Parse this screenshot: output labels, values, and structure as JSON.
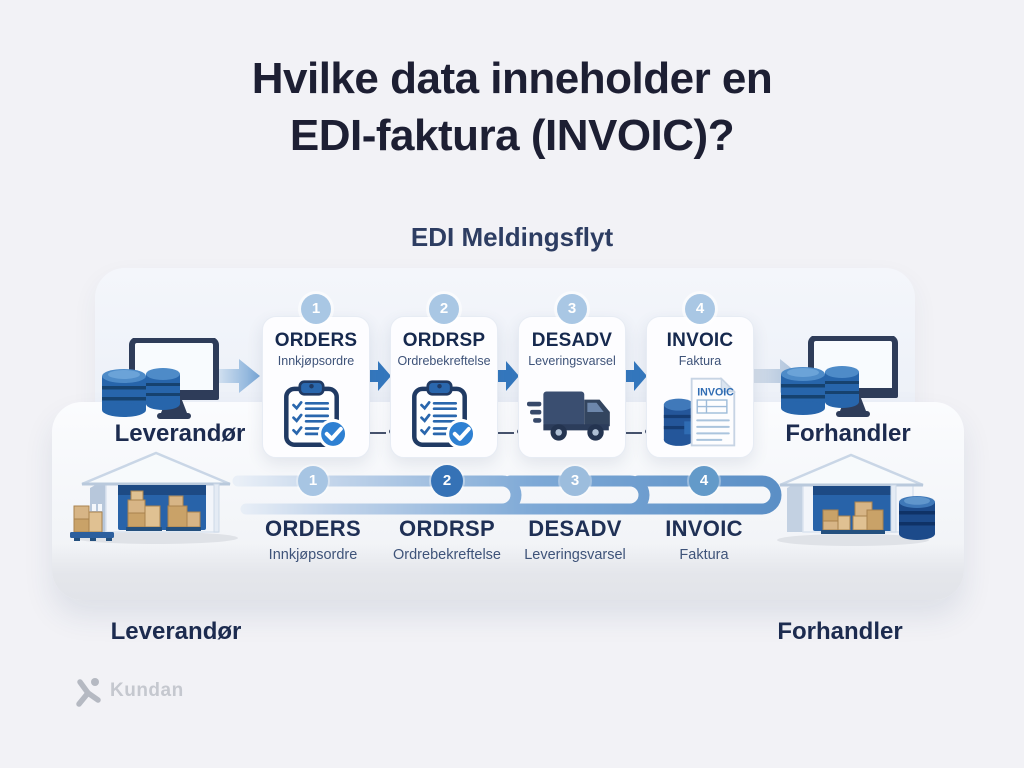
{
  "title": {
    "line1": "Hvilke data inneholder en",
    "line2": "EDI-faktura (INVOIC)?"
  },
  "flow_title": "EDI Meldingsflyt",
  "steps": [
    {
      "number": "1",
      "code": "ORDERS",
      "label": "Innkjøpsordre",
      "icon": "clipboard-check-icon"
    },
    {
      "number": "2",
      "code": "ORDRSP",
      "label": "Ordrebekreftelse",
      "icon": "clipboard-check-icon"
    },
    {
      "number": "3",
      "code": "DESADV",
      "label": "Leveringsvarsel",
      "icon": "delivery-truck-icon"
    },
    {
      "number": "4",
      "code": "INVOIC",
      "label": "Faktura",
      "icon": "invoice-document-icon",
      "document_label": "INVOIC"
    }
  ],
  "parties": {
    "supplier": {
      "label": "Leverandør",
      "icons": [
        "computer-database-icon",
        "warehouse-icon"
      ]
    },
    "retailer": {
      "label": "Forhandler",
      "icons": [
        "computer-database-icon",
        "warehouse-icon",
        "database-icon"
      ]
    }
  },
  "footer": {
    "logo_text": "Kundan",
    "logo_icon": "kundan-mark-icon"
  },
  "colors": {
    "background": "#f2f2f6",
    "dark_navy_text": "#1c2b4f",
    "accent_blue": "#3579bf",
    "badge_light": "#a9c7e4",
    "badge_dark": "#3572b6",
    "badge_medium": "#639ac9",
    "serpentine_start": "#e9eff7",
    "serpentine_end": "#5b8fc6"
  }
}
